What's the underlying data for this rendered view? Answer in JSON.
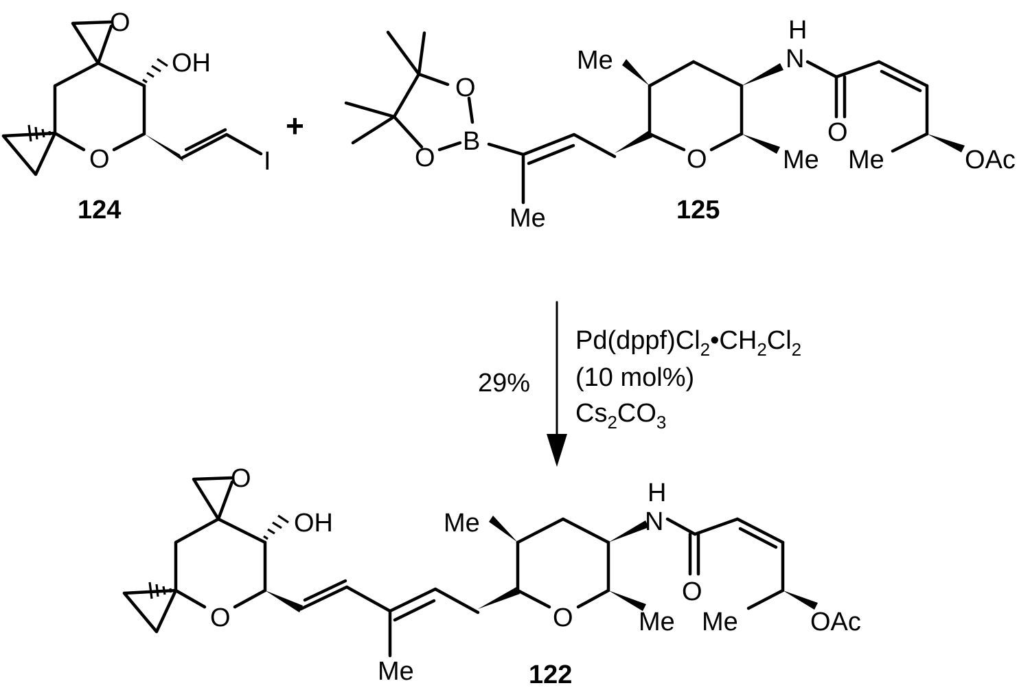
{
  "scheme": {
    "plus": "+",
    "compounds": {
      "c124": "124",
      "c125": "125",
      "c122": "122"
    },
    "atoms": {
      "O": "O",
      "OH": "OH",
      "I": "I",
      "B": "B",
      "N": "N",
      "H": "H",
      "Me": "Me",
      "OAc": "OAc"
    },
    "arrow": {
      "yield": "29%",
      "catalyst": {
        "t1": "Pd(dppf)Cl",
        "s1": "2",
        "t2": "•CH",
        "s2": "2",
        "t3": "Cl",
        "s3": "2"
      },
      "loading": "(10 mol%)",
      "base": {
        "t1": "Cs",
        "s1": "2",
        "t2": "CO",
        "s2": "3"
      }
    }
  }
}
